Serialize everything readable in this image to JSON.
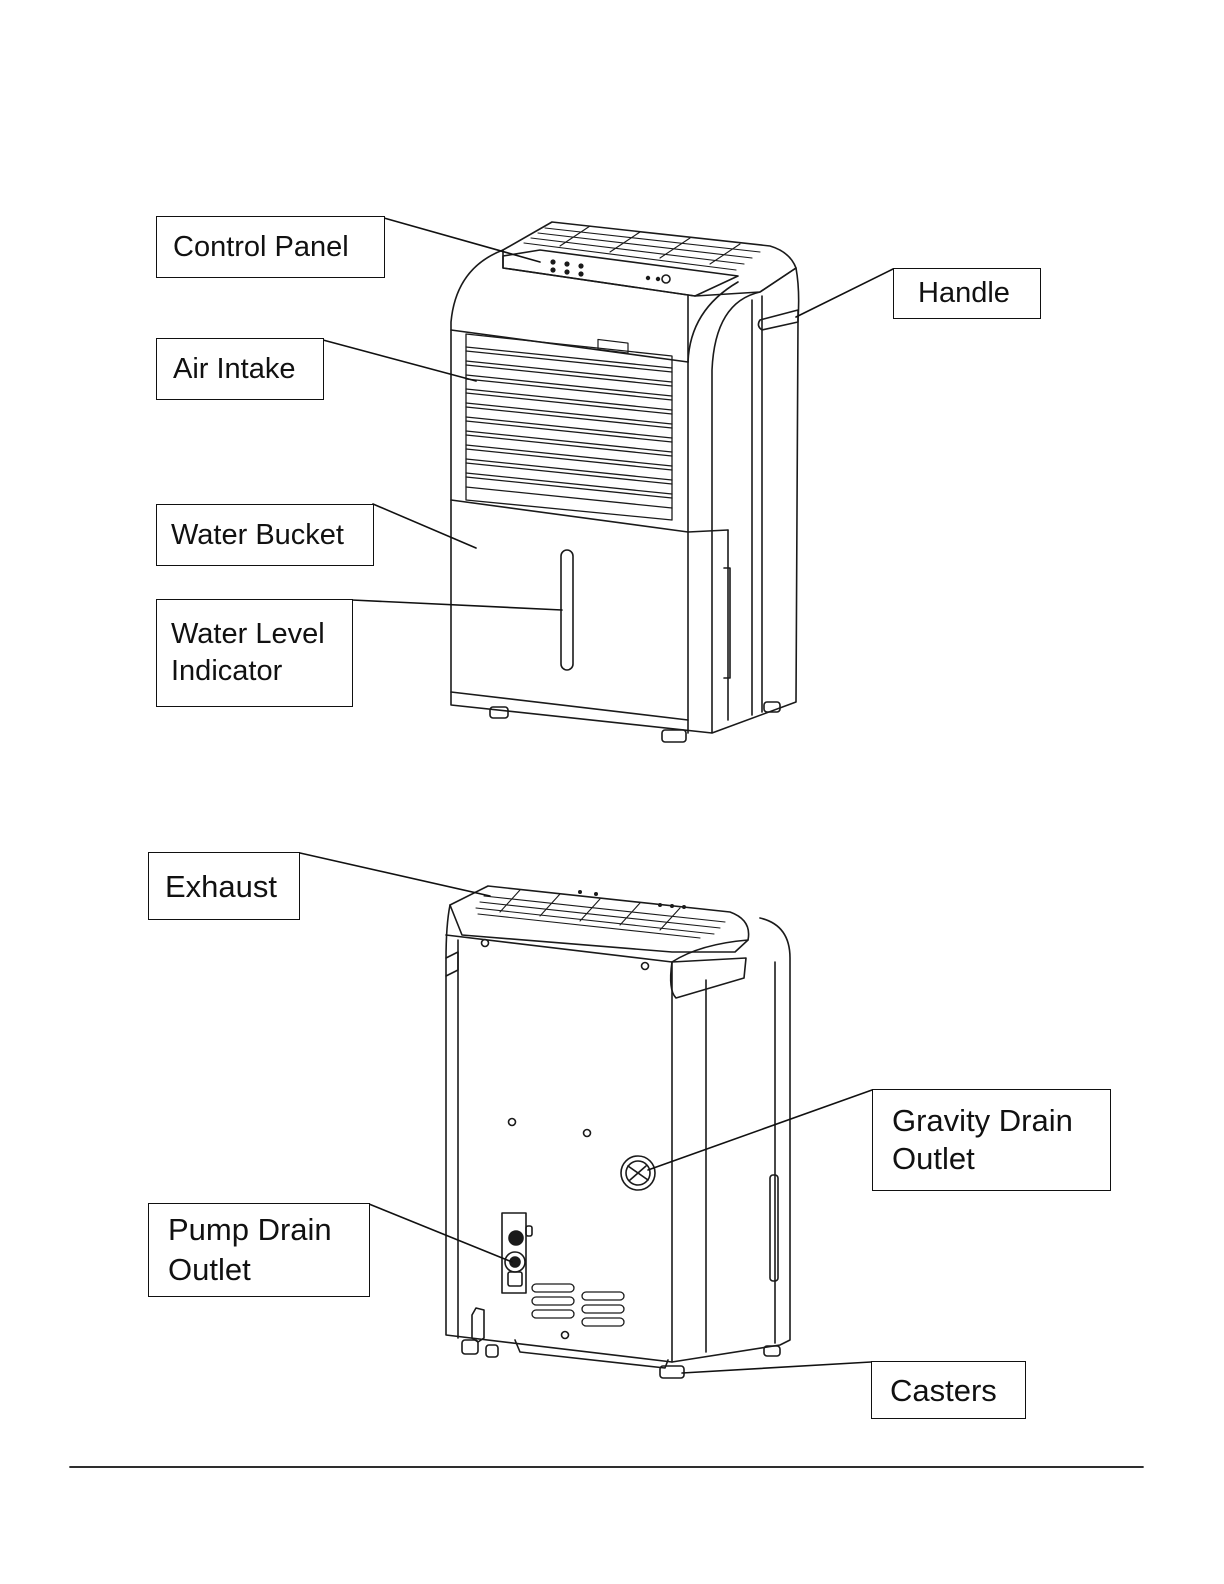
{
  "labels": {
    "control_panel": "Control Panel",
    "air_intake": "Air Intake",
    "water_bucket": "Water Bucket",
    "water_level_indicator": "Water Level Indicator",
    "handle": "Handle",
    "exhaust": "Exhaust",
    "gravity_drain_outlet": "Gravity Drain Outlet",
    "pump_drain_outlet": "Pump Drain Outlet",
    "casters": "Casters"
  },
  "colors": {
    "line": "#111111",
    "background": "#ffffff"
  }
}
